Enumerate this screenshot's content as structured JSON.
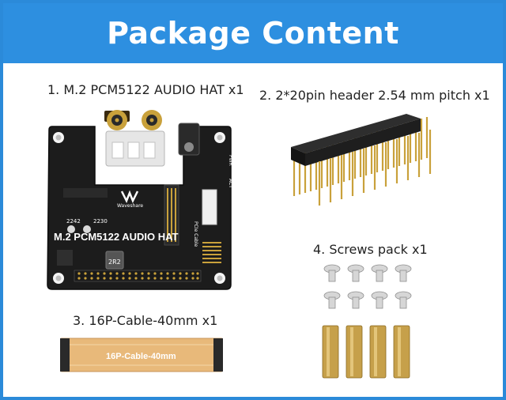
{
  "header": {
    "title": "Package Content"
  },
  "items": [
    {
      "label": "1. M.2 PCM5122 AUDIO HAT x1"
    },
    {
      "label": "2. 2*20pin header 2.54 mm pitch x1"
    },
    {
      "label": "3. 16P-Cable-40mm x1"
    },
    {
      "label": "4. Screws pack x1"
    }
  ],
  "board": {
    "name": "M.2 PCM5122 AUDIO HAT",
    "brand": "Waveshare",
    "code_a": "2242",
    "code_b": "2230",
    "inductor": "2R2",
    "vertical_label": "PCIe Cable",
    "pwr": "PWR",
    "act": "ACT"
  },
  "cable": {
    "label": "16P-Cable-40mm"
  },
  "colors": {
    "header_bg": "#2d8fe0",
    "frame_border": "#2b8ad9",
    "pcb": "#1c1c1c",
    "gold": "#c9a13b",
    "brass": "#c6a04a",
    "flex": "#e8b97a"
  }
}
